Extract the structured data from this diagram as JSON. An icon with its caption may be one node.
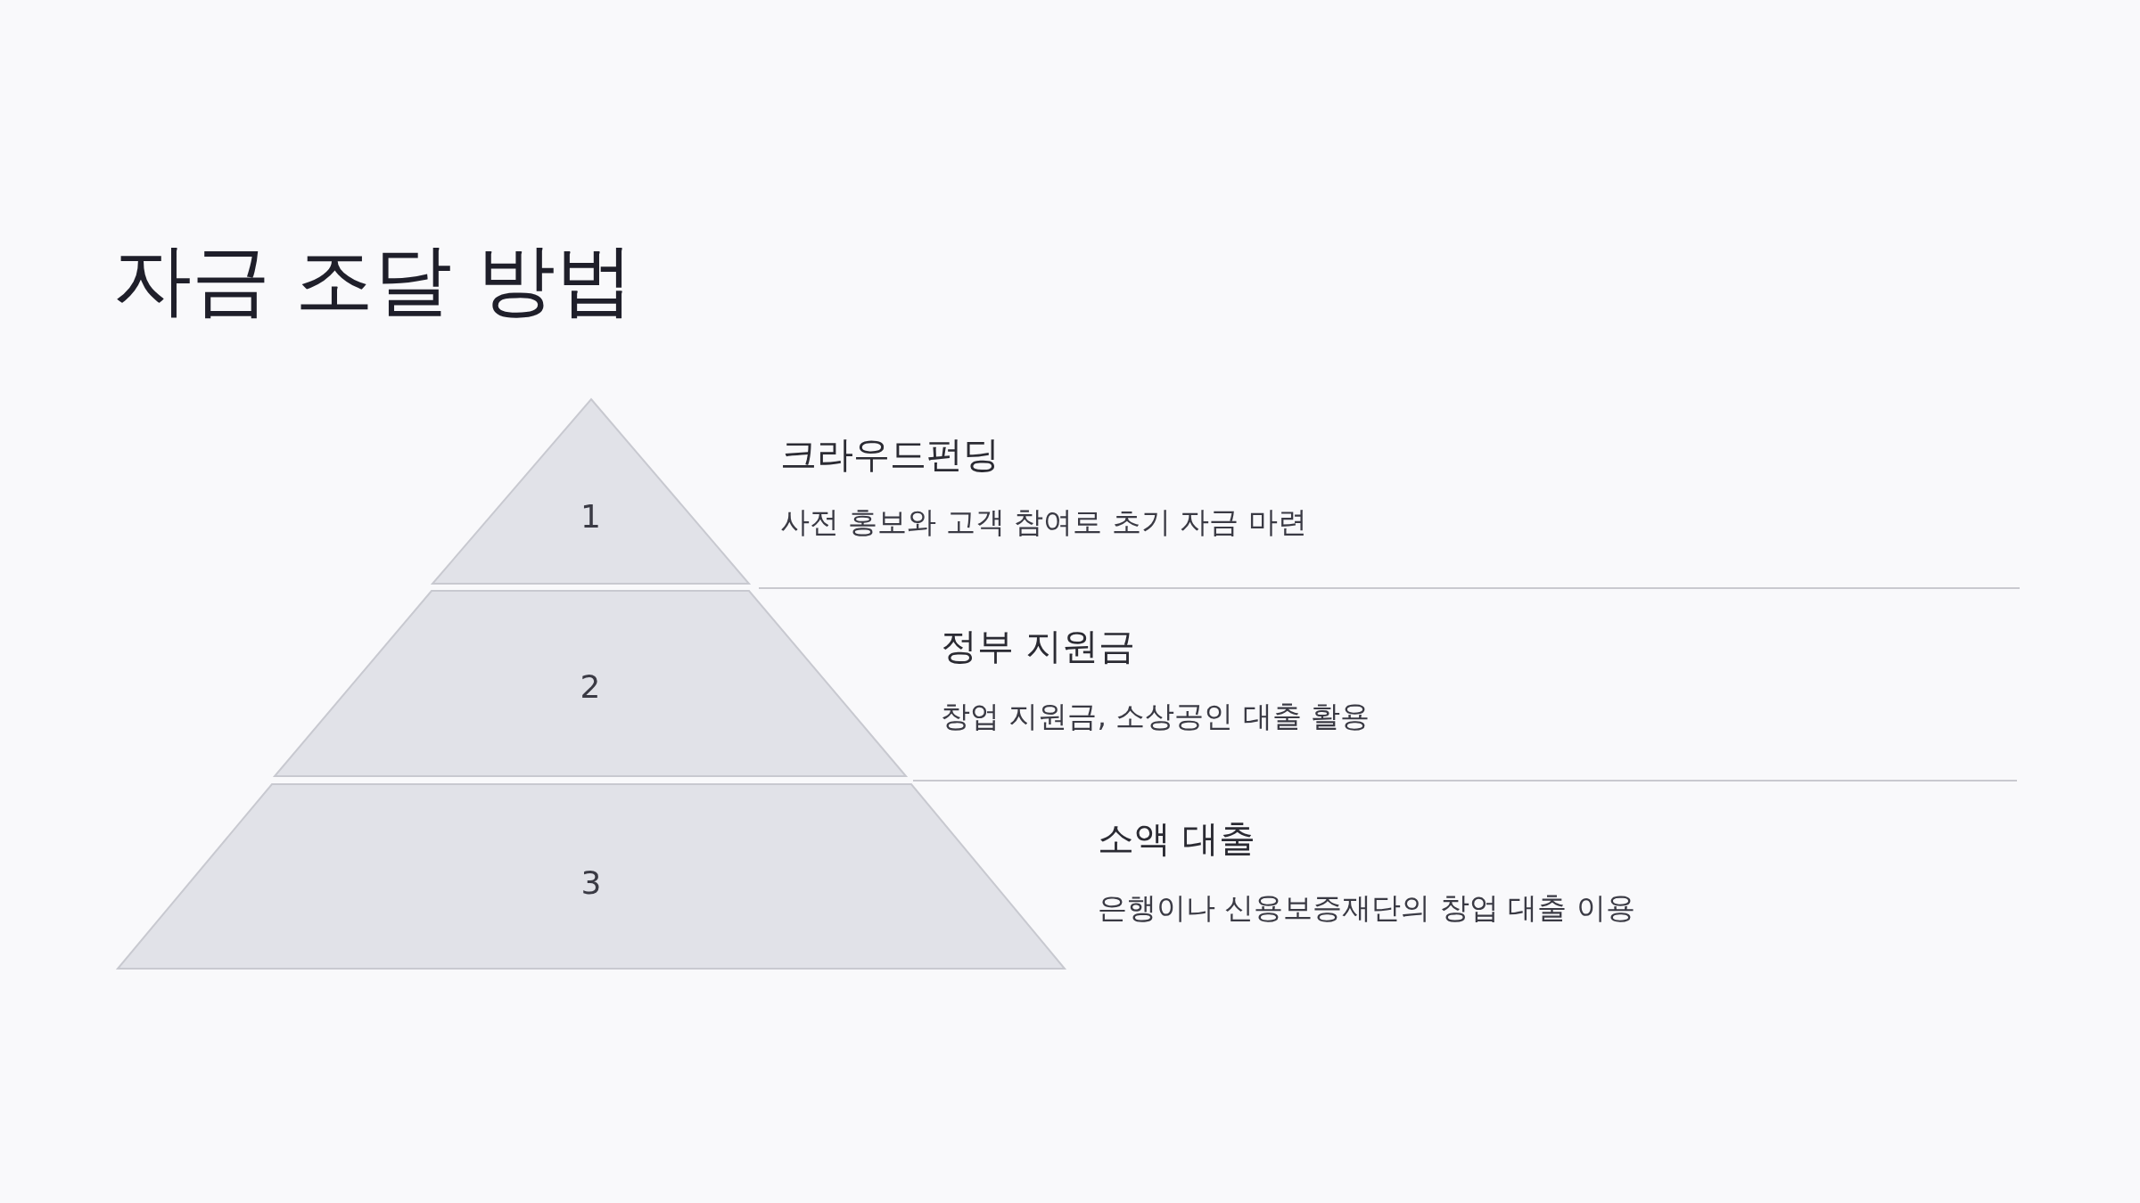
{
  "diagram": {
    "title": "자금 조달 방법",
    "nodes": [
      {
        "text": [
          "1"
        ],
        "beside": [
          "크라우드펀딩",
          "사전 홍보와 고객 참여로 초기 자금 마련"
        ]
      },
      {
        "text": [
          "2"
        ],
        "beside": [
          "정부 지원금",
          "창업 지원금, 소상공인 대출 활용"
        ]
      },
      {
        "text": [
          "3"
        ],
        "beside": [
          "소액 대출",
          "은행이나 신용보증재단의 창업 대출 이용"
        ]
      }
    ]
  }
}
